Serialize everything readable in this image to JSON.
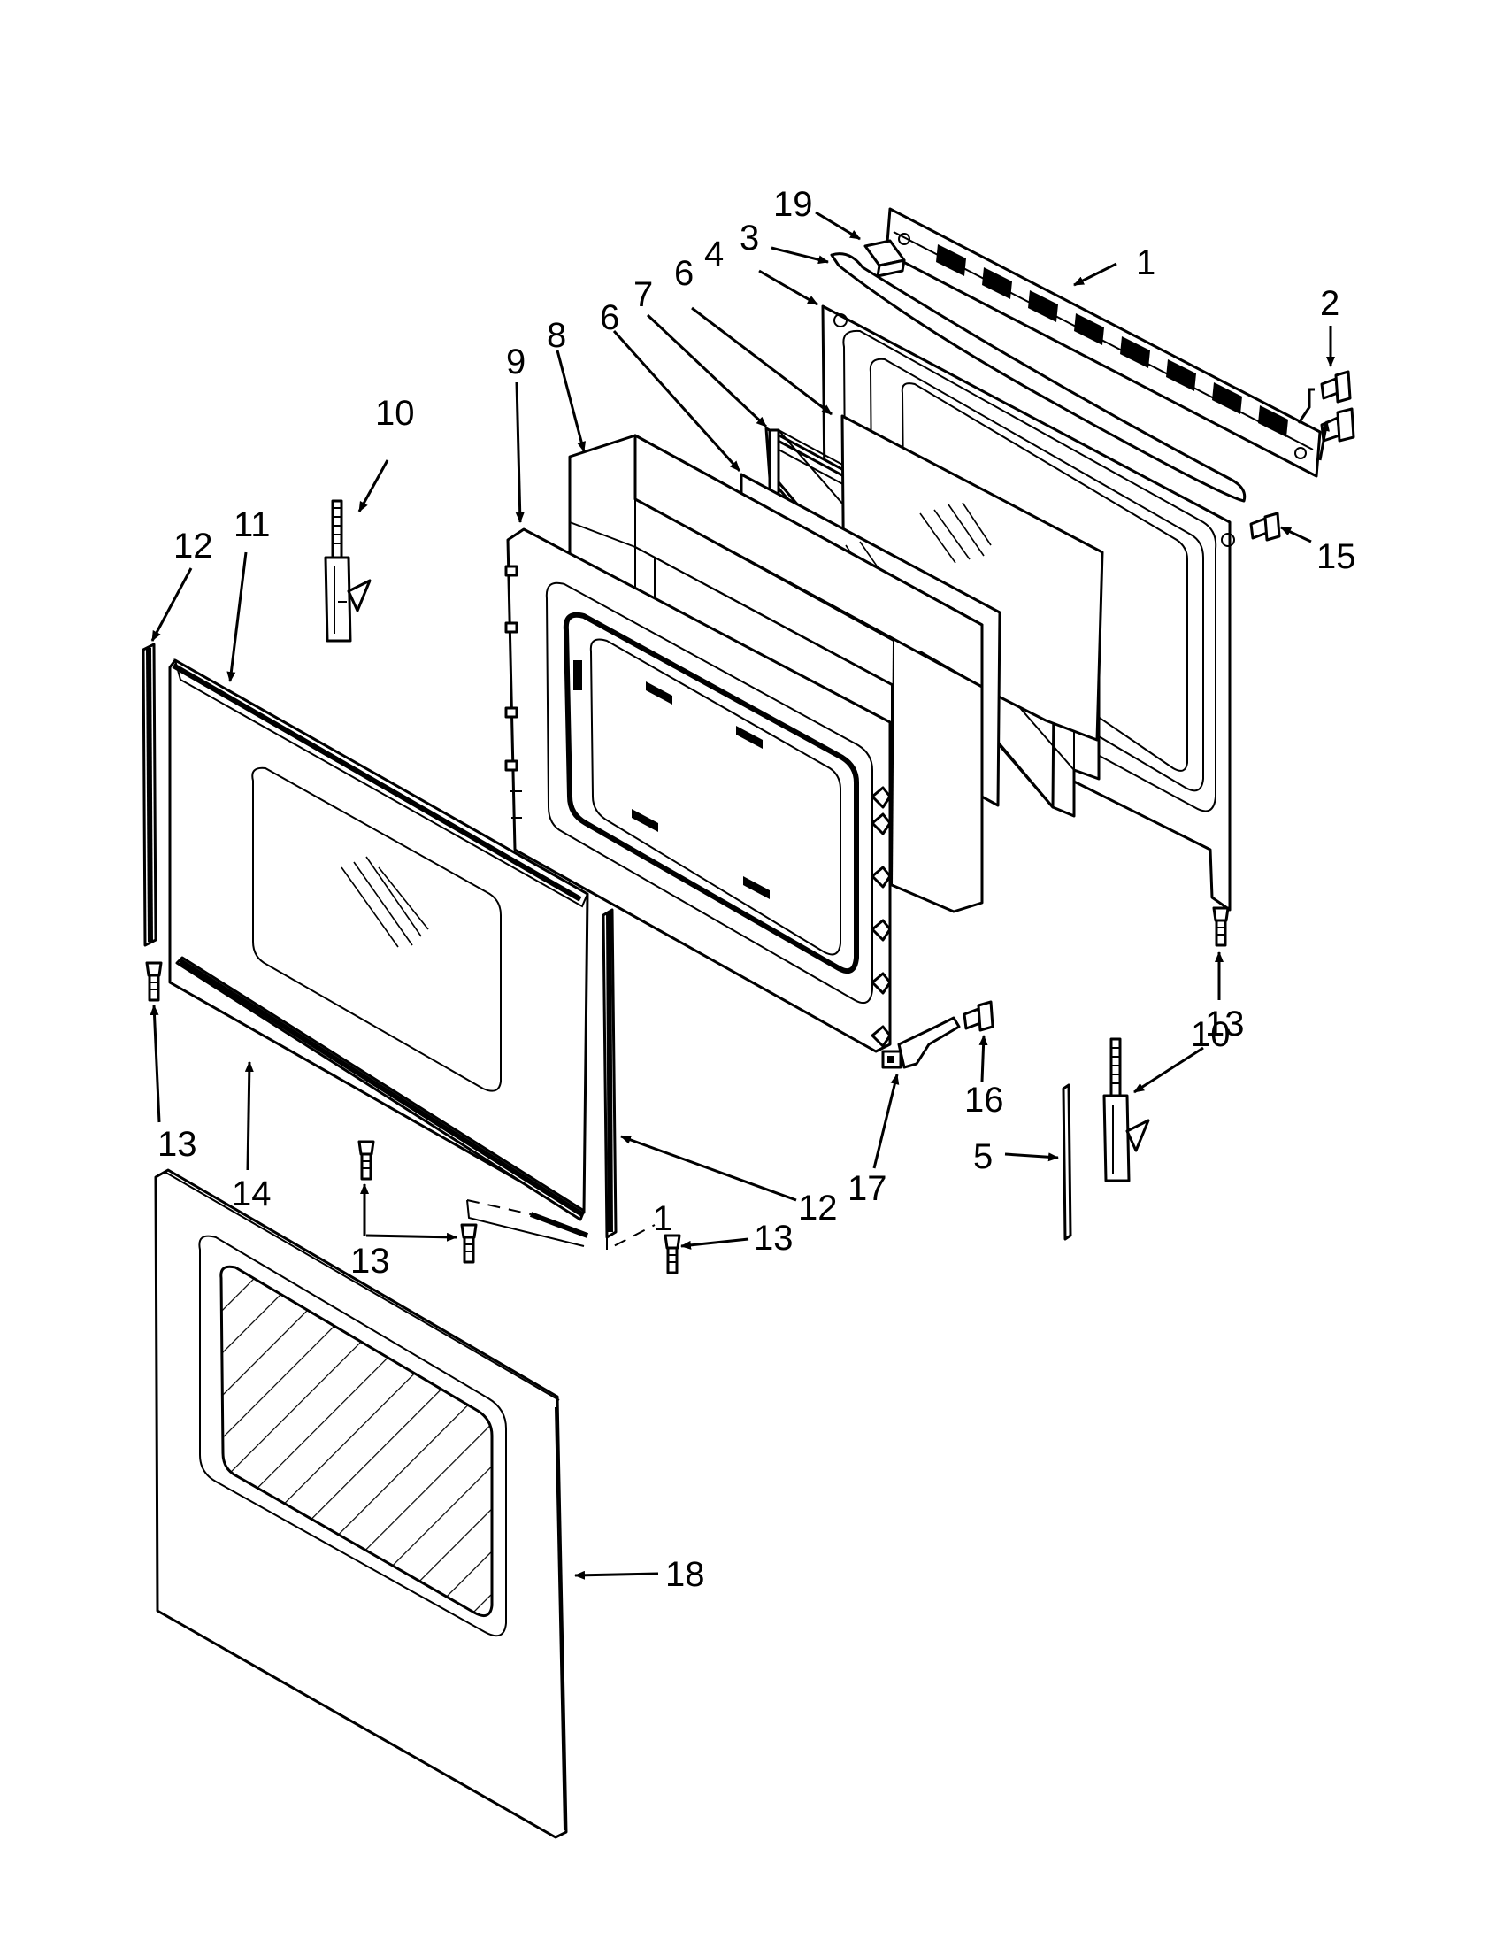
{
  "diagram": {
    "callouts": [
      {
        "id": "c1",
        "text": "1"
      },
      {
        "id": "c2",
        "text": "2"
      },
      {
        "id": "c3",
        "text": "3"
      },
      {
        "id": "c4",
        "text": "4"
      },
      {
        "id": "c5",
        "text": "5"
      },
      {
        "id": "c6a",
        "text": "6"
      },
      {
        "id": "c6b",
        "text": "6"
      },
      {
        "id": "c7",
        "text": "7"
      },
      {
        "id": "c8",
        "text": "8"
      },
      {
        "id": "c9",
        "text": "9"
      },
      {
        "id": "c10a",
        "text": "10"
      },
      {
        "id": "c10b",
        "text": "10"
      },
      {
        "id": "c11",
        "text": "11"
      },
      {
        "id": "c12a",
        "text": "12"
      },
      {
        "id": "c12b",
        "text": "12"
      },
      {
        "id": "c13a",
        "text": "13"
      },
      {
        "id": "c13b",
        "text": "13"
      },
      {
        "id": "c13c",
        "text": "13"
      },
      {
        "id": "c13d",
        "text": "13"
      },
      {
        "id": "c14",
        "text": "14"
      },
      {
        "id": "c15",
        "text": "15"
      },
      {
        "id": "c16",
        "text": "16"
      },
      {
        "id": "c17",
        "text": "17"
      },
      {
        "id": "c18",
        "text": "18"
      },
      {
        "id": "c19",
        "text": "19"
      }
    ]
  }
}
